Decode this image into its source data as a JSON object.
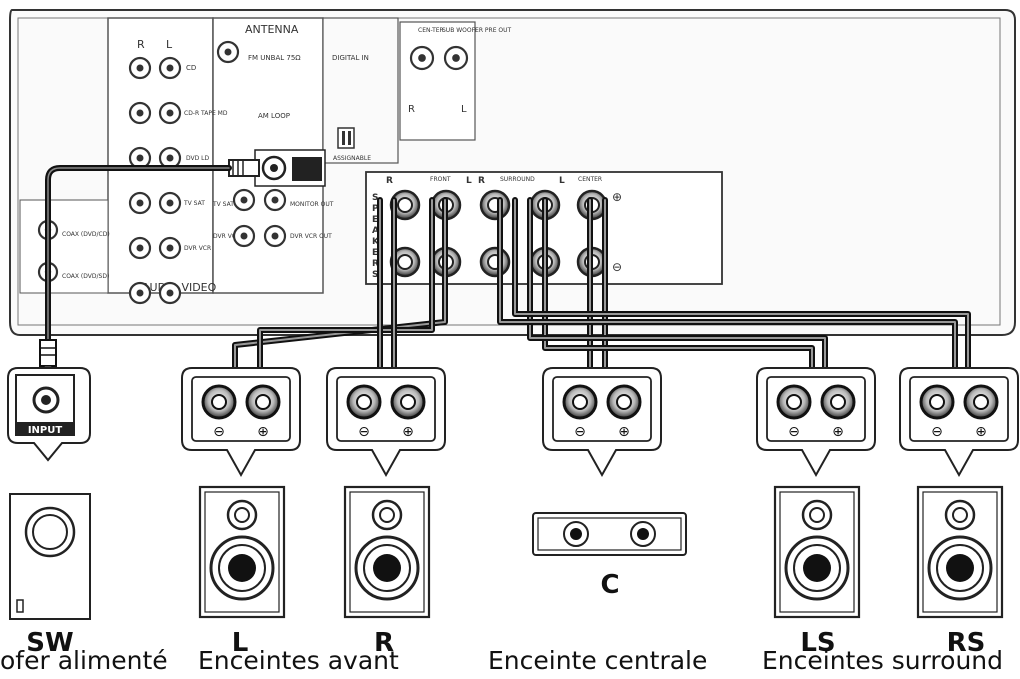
{
  "receiver": {
    "antenna_label": "ANTENNA",
    "am_loop_label": "AM LOOP",
    "fm_label": "FM UNBAL 75Ω",
    "digital_in_label": "DIGITAL IN",
    "col_r": "R",
    "col_l": "L",
    "audio_video_label": "AUDIO VIDEO",
    "input_labels": [
      "CD",
      "CD-R TAPE MD",
      "DVD LD",
      "TV SAT",
      "DVR VCR"
    ],
    "tv_sat_in": "TV SAT IN",
    "monitor_out": "MONITOR OUT",
    "dvr_vcr_in": "DVR VCR IN",
    "dvr_vcr_out": "DVR VCR OUT",
    "coax_1": "COAX (DVD/CD)",
    "coax_2": "COAX (DVD/SD)",
    "assignable": "ASSIGNABLE",
    "subwoofer_pre_out": "SUB WOOFER PRE OUT",
    "center_sub": "CEN-TER",
    "speakers_letters": [
      "S",
      "P",
      "E",
      "A",
      "K",
      "E",
      "R",
      "S"
    ],
    "front_label": "FRONT",
    "surround_label": "SURROUND",
    "center_label": "CENTER",
    "plus_sign": "⊕",
    "minus_sign": "⊖",
    "r_label": "R",
    "l_label": "L"
  },
  "terminals": {
    "input_label": "INPUT",
    "minus": "⊖",
    "plus": "⊕"
  },
  "speakers": [
    {
      "code": "SW",
      "name": "ofer alimenté"
    },
    {
      "code": "L",
      "name": "Enceintes avant"
    },
    {
      "code": "R",
      "name": ""
    },
    {
      "code": "C",
      "name": "Enceinte centrale"
    },
    {
      "code": "LS",
      "name": "Enceintes surround"
    },
    {
      "code": "RS",
      "name": ""
    }
  ]
}
